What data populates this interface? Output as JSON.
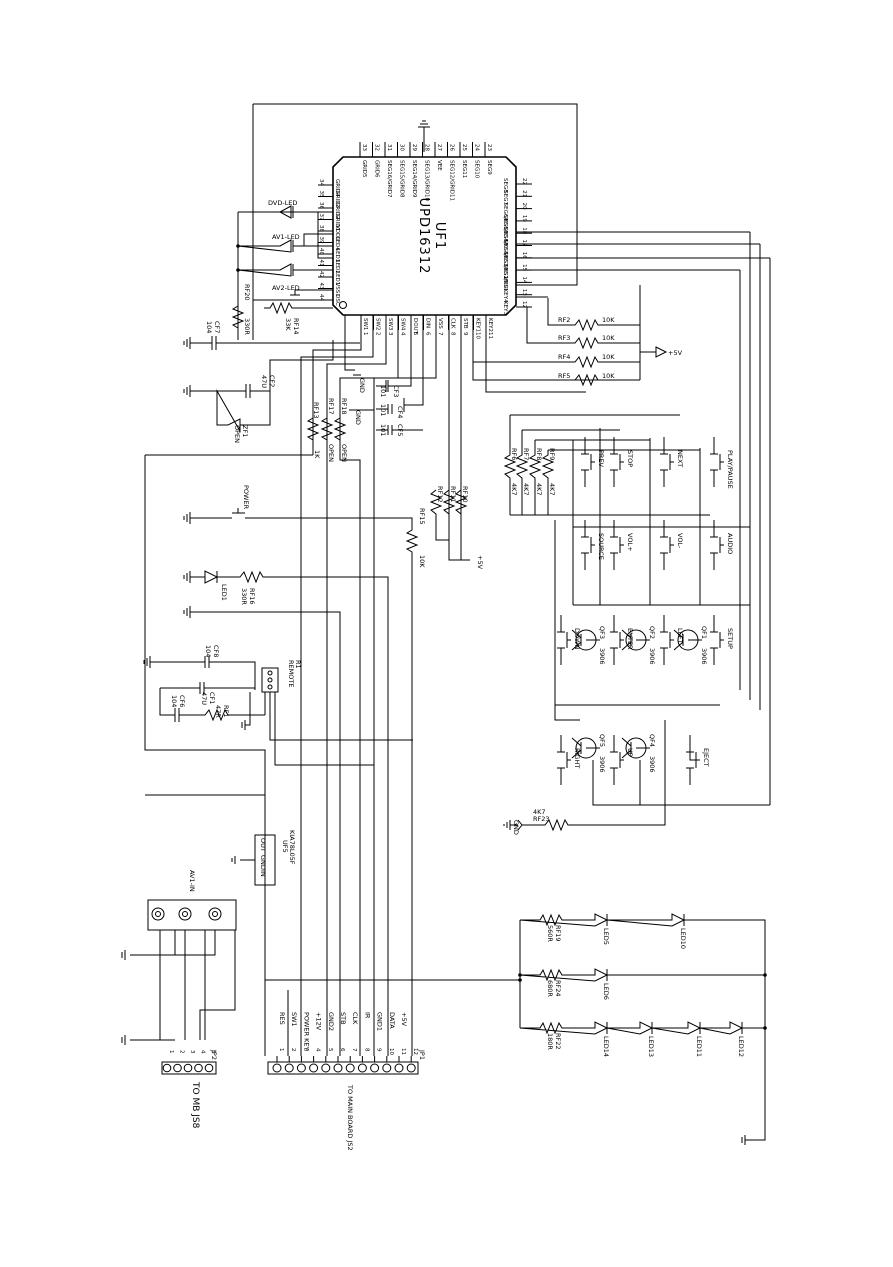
{
  "ic": {
    "ref": "UF1",
    "part": "UPD16312",
    "left_pins": [
      {
        "n": "34",
        "name": "GRID4"
      },
      {
        "n": "35",
        "name": "GRID3"
      },
      {
        "n": "36",
        "name": "GRID2"
      },
      {
        "n": "37",
        "name": "GRID1"
      },
      {
        "n": "38",
        "name": "VDD1"
      },
      {
        "n": "39",
        "name": "LED4"
      },
      {
        "n": "40",
        "name": "LED3"
      },
      {
        "n": "41",
        "name": "LED2"
      },
      {
        "n": "42",
        "name": "LED1"
      },
      {
        "n": "43",
        "name": "VSS1"
      },
      {
        "n": "44",
        "name": "OSC"
      }
    ],
    "top_pins": [
      {
        "n": "33",
        "name": "GRID5"
      },
      {
        "n": "32",
        "name": "GRID6"
      },
      {
        "n": "31",
        "name": "SEG16/GRID7"
      },
      {
        "n": "30",
        "name": "SEG15/GRID8"
      },
      {
        "n": "29",
        "name": "SEG14/GRID9"
      },
      {
        "n": "28",
        "name": "SEG13/GRID10"
      },
      {
        "n": "27",
        "name": "VEE"
      },
      {
        "n": "26",
        "name": "SEG12/GRID11"
      },
      {
        "n": "25",
        "name": "SEG11"
      },
      {
        "n": "24",
        "name": "SEG10"
      },
      {
        "n": "23",
        "name": "SEG9"
      }
    ],
    "right_pins": [
      {
        "n": "22",
        "name": "SEG8"
      },
      {
        "n": "21",
        "name": "SEG7"
      },
      {
        "n": "20",
        "name": "SEG6/KS6"
      },
      {
        "n": "19",
        "name": "SEG5/KS5"
      },
      {
        "n": "18",
        "name": "SEG4/KS4"
      },
      {
        "n": "17",
        "name": "SEG3/KS3"
      },
      {
        "n": "16",
        "name": "SEG2/KS2"
      },
      {
        "n": "15",
        "name": "SEG1/KS1"
      },
      {
        "n": "14",
        "name": "VDD"
      },
      {
        "n": "13",
        "name": "KEY4"
      },
      {
        "n": "12",
        "name": "KEY3"
      }
    ],
    "bottom_pins": [
      {
        "n": "1",
        "name": "SW1"
      },
      {
        "n": "2",
        "name": "SW2"
      },
      {
        "n": "3",
        "name": "SW3"
      },
      {
        "n": "4",
        "name": "SW4"
      },
      {
        "n": "5",
        "name": "DOUT"
      },
      {
        "n": "6",
        "name": "DIN"
      },
      {
        "n": "7",
        "name": "VSS"
      },
      {
        "n": "8",
        "name": "CLK"
      },
      {
        "n": "9",
        "name": "STB"
      },
      {
        "n": "10",
        "name": "KEY1"
      },
      {
        "n": "11",
        "name": "KEY2"
      }
    ]
  },
  "labels": {
    "dvd_led": "DVD-LED",
    "av1_led": "AV1-LED",
    "av2_led": "AV2-LED",
    "rf20": "RF20",
    "rf20_val": "330R",
    "rf14": "RF14",
    "rf14_val": "33K",
    "cf7": "CF7",
    "cf7_val": "104",
    "cf2": "CF2",
    "cf2_val": "47U",
    "zf1": "ZF1",
    "zf1_val": "OPEN",
    "gnd": "GND",
    "gnd2": "GND",
    "cf3": "CF3",
    "cf3_val": "101",
    "cf4": "CF4",
    "cf4_val": "101",
    "cf5": "CF5",
    "cf5_val": "101",
    "rf13": "RF13",
    "rf13_val": "1K",
    "rf17": "RF17",
    "rf17_val": "OPEN",
    "rf18": "RF18",
    "rf18_val": "OPEN",
    "rf2": "RF2",
    "rf3": "RF3",
    "rf4": "RF4",
    "rf5": "RF5",
    "rf_10k": "10K",
    "plus5v": "+5V",
    "plus5v2": "+5V",
    "rf6": "RF6",
    "rf7": "RF7",
    "rf8": "RF8",
    "rf9": "RF9",
    "val_4k7": "4K7",
    "rf10": "RF10",
    "rf11": "RF11",
    "rf12": "RF12",
    "power": "POWER",
    "rf15": "RF15",
    "rf15_val": "10K",
    "led1": "LED1",
    "rf16": "RF16",
    "rf16_val": "330R",
    "cf8": "CF8",
    "cf8_val": "104",
    "cf6": "CF6",
    "cf6_val": "104",
    "cf1": "CF1",
    "cf1_val": "47U",
    "rf1": "RF1",
    "rf1_val": "47R",
    "remote": "REMOTE",
    "r1": "R1",
    "uf5": "UF5",
    "uf5_part": "KIA78L05F",
    "out": "OUT",
    "gnd_pin": "GND",
    "in": "IN",
    "av1_in": "AV1-IN",
    "jp2": "JP2",
    "to_mb_js8": "TO MB JS8",
    "jp1": "JP1",
    "to_main_board": "TO MAIN BOARD JS2",
    "rf23": "RF23",
    "rf23_val": "4K7",
    "gnd3": "GND",
    "qf1": "QF1",
    "qf2": "QF2",
    "qf3": "QF3",
    "qf4": "QF4",
    "qf5": "QF5",
    "q_part": "3906",
    "led5": "LED5",
    "led10": "LED10",
    "led6": "LED6",
    "led14": "LED14",
    "led13": "LED13",
    "led11": "LED11",
    "led12": "LED12",
    "rf19": "RF19",
    "rf19_val": "560R",
    "rf24": "RF24",
    "rf24_val": "680R",
    "rf22": "RF22",
    "rf22_val": "180R"
  },
  "keys": [
    "PREV",
    "STOP",
    "NEXT",
    "PLAY/PAUSE",
    "SOURCE",
    "VOL+",
    "VOL-",
    "AUDIO",
    "DOWN",
    "ENTER",
    "LEFT",
    "SETUP",
    "RIGHT",
    "UP",
    "EJECT"
  ],
  "jp1_pins": [
    {
      "n": "1",
      "name": "RES"
    },
    {
      "n": "2",
      "name": "SW1"
    },
    {
      "n": "3",
      "name": "POWER KEY"
    },
    {
      "n": "4",
      "name": "+12V"
    },
    {
      "n": "5",
      "name": "GND2"
    },
    {
      "n": "6",
      "name": "STB"
    },
    {
      "n": "7",
      "name": "CLK"
    },
    {
      "n": "8",
      "name": "IR"
    },
    {
      "n": "9",
      "name": "GND1"
    },
    {
      "n": "10",
      "name": "DATA"
    },
    {
      "n": "11",
      "name": "+5V"
    },
    {
      "n": "12",
      "name": ""
    }
  ],
  "jp2_pins": [
    "1",
    "2",
    "3",
    "4",
    "5"
  ]
}
